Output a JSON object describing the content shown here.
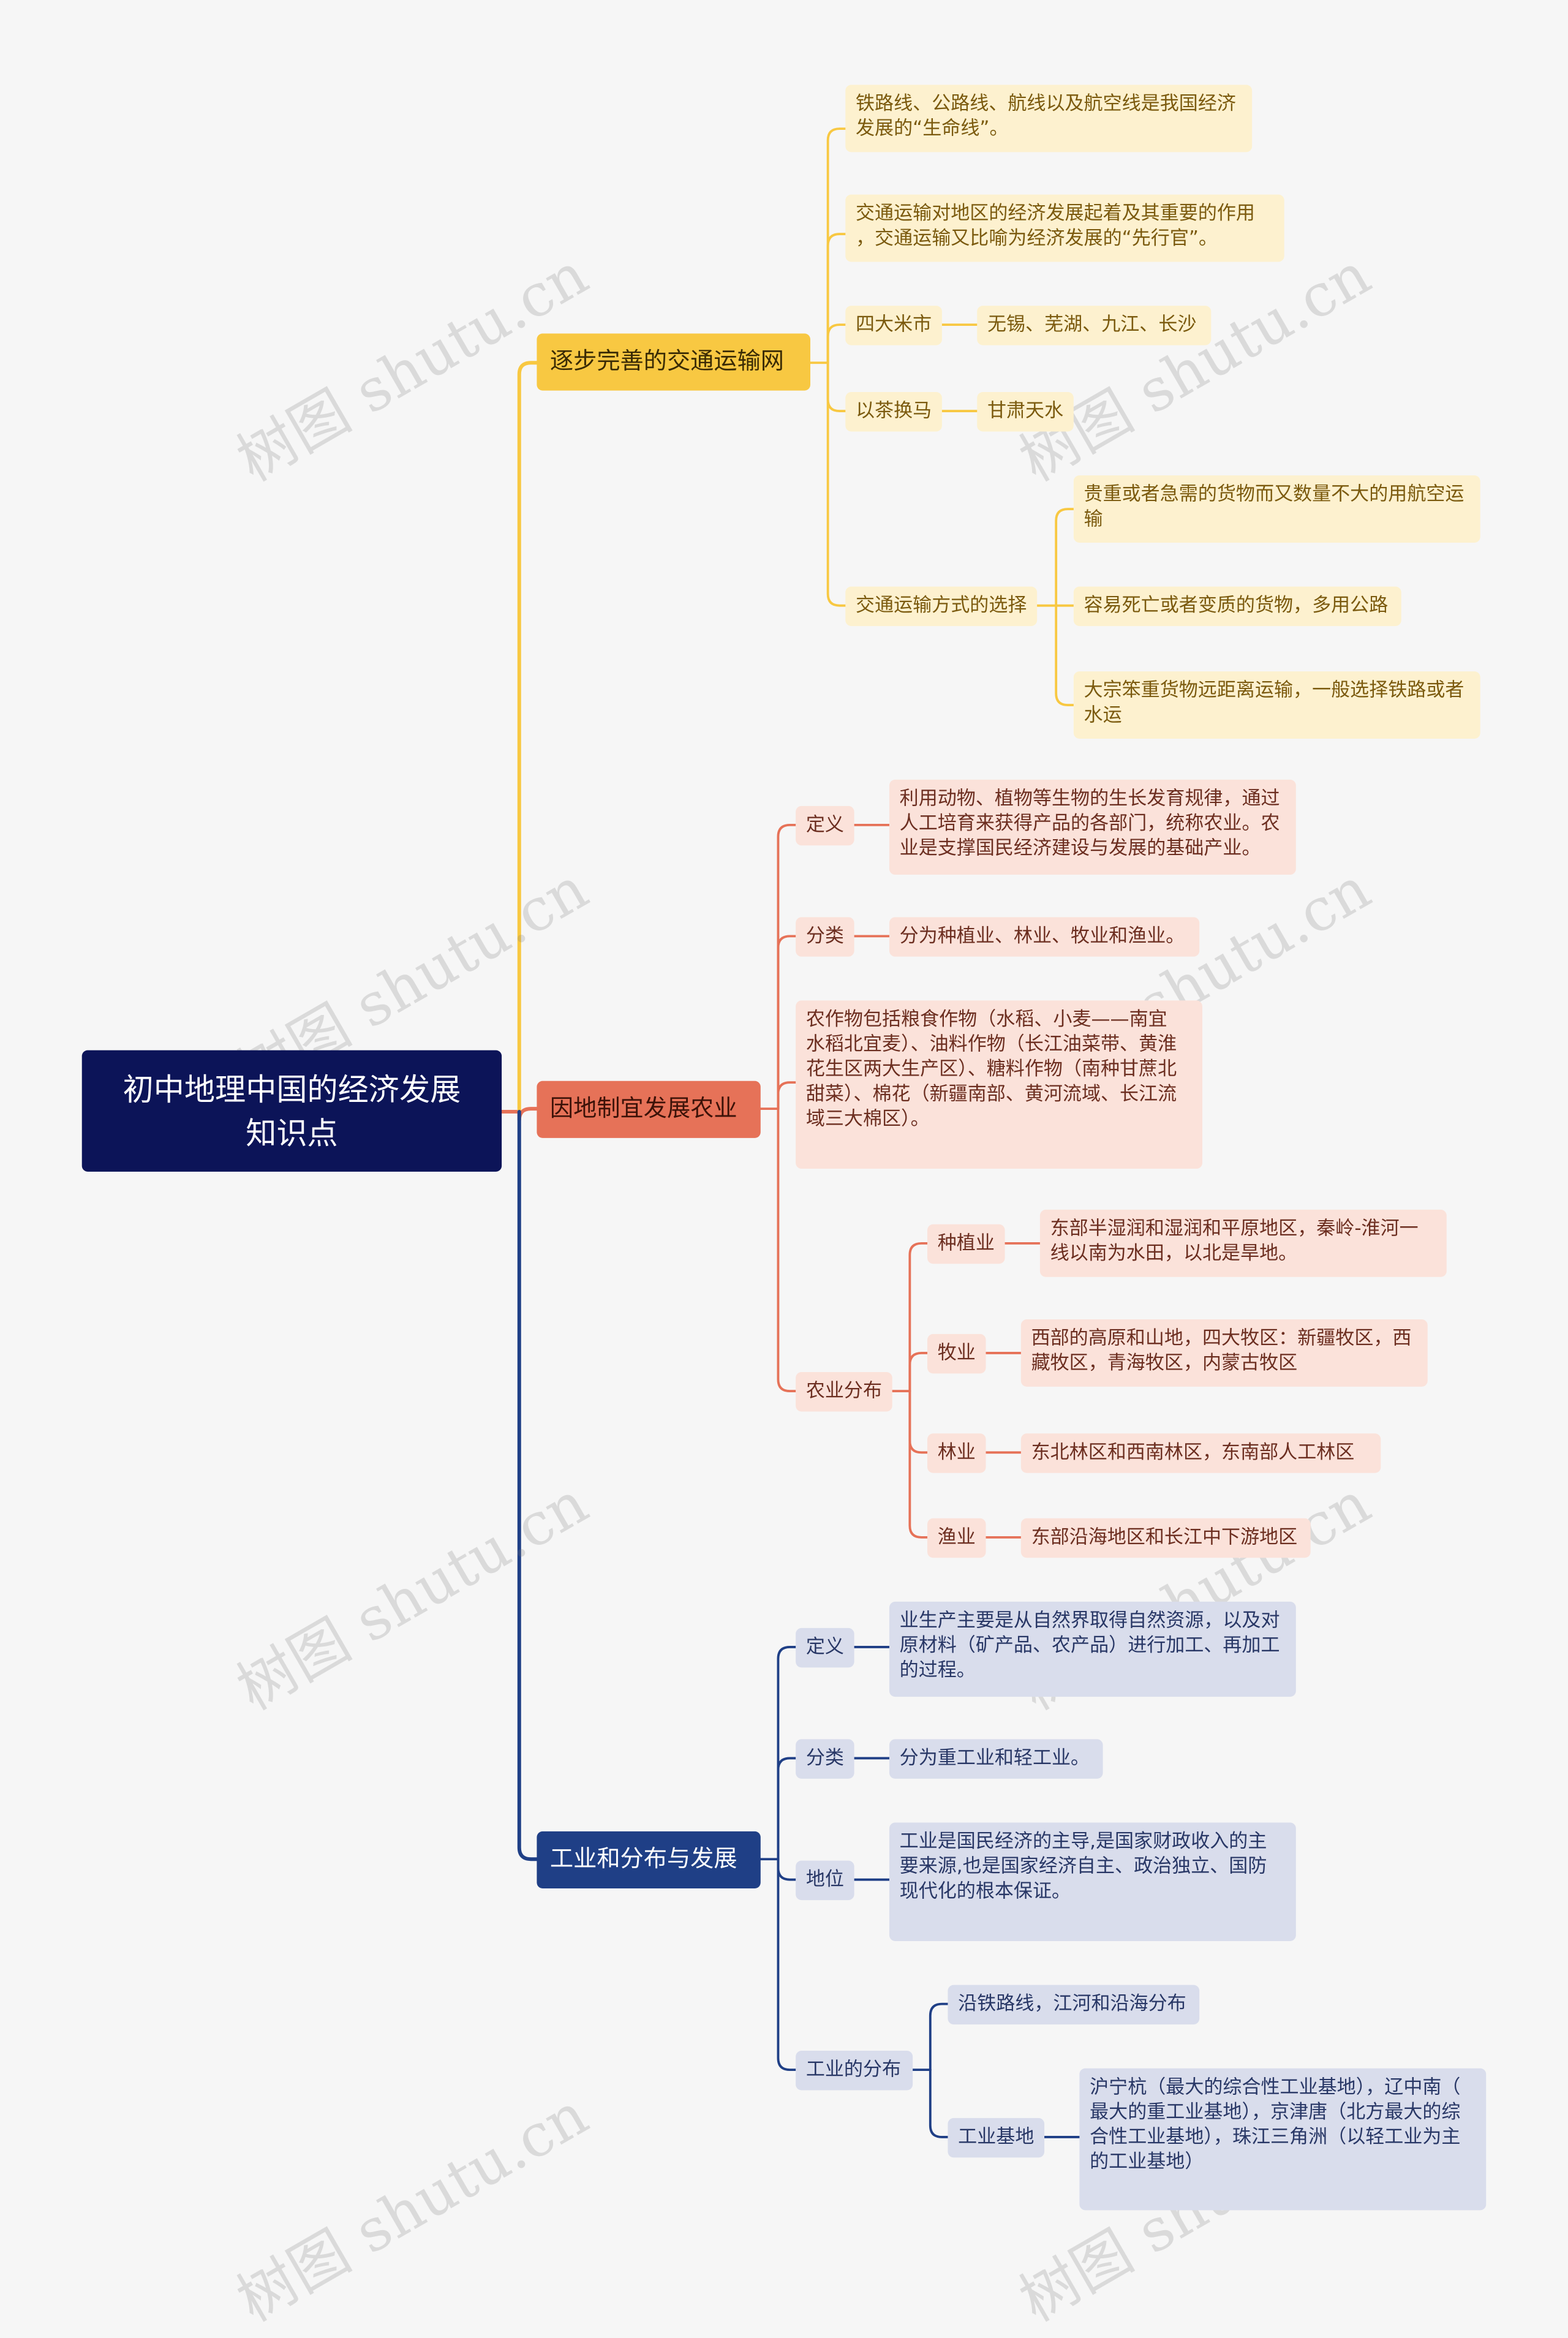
{
  "root": {
    "label": "初中地理中国的经济发展\n知识点"
  },
  "branch1": {
    "label": "逐步完善的交通运输网",
    "lifeline": "铁路线、公路线、航线以及航空线是我国经济\n发展的“生命线”。",
    "pioneer": "交通运输对地区的经济发展起着及其重要的作用\n，交通运输又比喻为经济发展的“先行官”。",
    "rice_market": {
      "label": "四大米市",
      "value": "无锡、芜湖、九江、长沙"
    },
    "tea_horse": {
      "label": "以茶换马",
      "value": "甘肃天水"
    },
    "transport_choice": {
      "label": "交通运输方式的选择",
      "air": "贵重或者急需的货物而又数量不大的用航空运\n输",
      "road": "容易死亡或者变质的货物，多用公路",
      "rail_water": "大宗笨重货物远距离运输，一般选择铁路或者\n水运"
    }
  },
  "branch2": {
    "label": "因地制宜发展农业",
    "definition": {
      "label": "定义",
      "value": "利用动物、植物等生物的生长发育规律，通过\n人工培育来获得产品的各部门，统称农业。农\n业是支撑国民经济建设与发展的基础产业。"
    },
    "classification": {
      "label": "分类",
      "value": "分为种植业、林业、牧业和渔业。"
    },
    "crops": "农作物包括粮食作物（水稻、小麦——南宜\n水稻北宜麦）、油料作物（长江油菜带、黄淮\n花生区两大生产区）、糖料作物（南种甘蔗北\n甜菜）、棉花（新疆南部、黄河流域、长江流\n域三大棉区）。",
    "distribution": {
      "label": "农业分布",
      "planting": {
        "label": "种植业",
        "value": "东部半湿润和湿润和平原地区，秦岭-淮河一\n线以南为水田，以北是旱地。"
      },
      "animal": {
        "label": "牧业",
        "value": "西部的高原和山地，四大牧区：新疆牧区，西\n藏牧区，青海牧区，内蒙古牧区"
      },
      "forestry": {
        "label": "林业",
        "value": "东北林区和西南林区，东南部人工林区"
      },
      "fishery": {
        "label": "渔业",
        "value": "东部沿海地区和长江中下游地区"
      }
    }
  },
  "branch3": {
    "label": "工业和分布与发展",
    "definition": {
      "label": "定义",
      "value": "业生产主要是从自然界取得自然资源，以及对\n原材料（矿产品、农产品）进行加工、再加工\n的过程。"
    },
    "classification": {
      "label": "分类",
      "value": "分为重工业和轻工业。"
    },
    "status": {
      "label": "地位",
      "value": "工业是国民经济的主导,是国家财政收入的主\n要来源,也是国家经济自主、政治独立、国防\n现代化的根本保证。"
    },
    "distribution": {
      "label": "工业的分布",
      "along": "沿铁路线，江河和沿海分布",
      "bases": {
        "label": "工业基地",
        "value": "沪宁杭（最大的综合性工业基地），辽中南（\n最大的重工业基地），京津唐（北方最大的综\n合性工业基地），珠江三角洲（以轻工业为主\n的工业基地）"
      }
    }
  },
  "watermark": "树图 shutu.cn",
  "colors": {
    "yellow": "#f8c842",
    "red": "#e67258",
    "navy": "#1f3f86",
    "root": "#0c1458"
  }
}
